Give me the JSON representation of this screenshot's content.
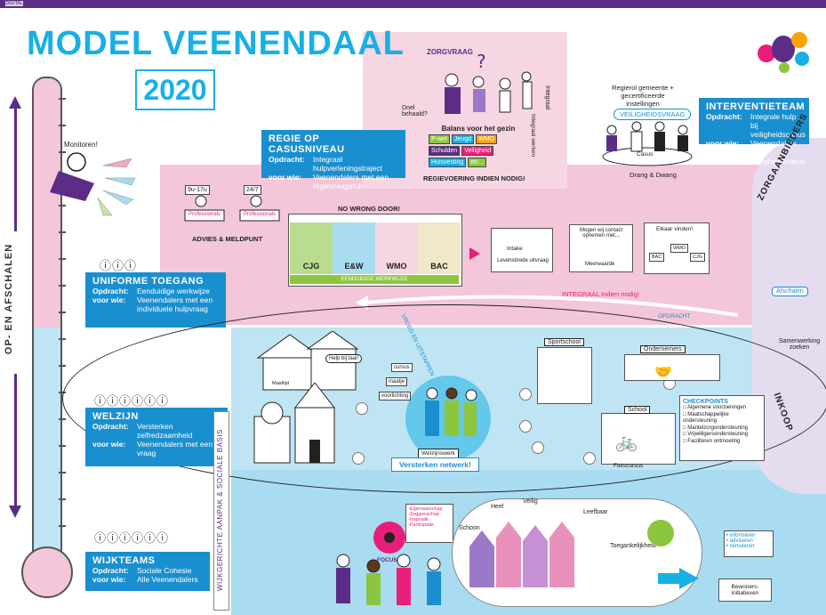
{
  "header": {
    "badge": "DIGITAL"
  },
  "title": {
    "main": "MODEL VEENENDAAL",
    "year": "2020"
  },
  "thermometer": {
    "side_label": "OP- EN AFSCHALEN"
  },
  "monitor": {
    "label": "Monitoren!"
  },
  "zorgvraag": {
    "label": "ZORGVRAAG",
    "doel": "Doel behaald?",
    "balance_title": "Balans voor het gezin",
    "items": [
      "P-wet",
      "Jeugd",
      "WMO",
      "Schulden",
      "Veiligheid",
      "Huisvesting",
      "etc..."
    ],
    "regie": "REGIEVOERING INDIEN NODIG!",
    "vert1": "Integraal",
    "vert2": "Integraal werken"
  },
  "veiligheid": {
    "label": "VEILIGHEIDSVRAAG",
    "regie_text": "Regierol gemeente + gecertificeerde instellingen",
    "casus": "Casus",
    "drang": "Drang & Dwang"
  },
  "interventieteam": {
    "title": "INTERVENTIETEAM",
    "opdracht_k": "Opdracht:",
    "opdracht_v": "Integrale hulp bij veiligheidscasus",
    "voorwie_k": "voor wie:",
    "voorwie_v": "Veenendalers met veiligheidscasus"
  },
  "regie_casus": {
    "title": "REGIE OP CASUSNIVEAU",
    "opdracht_k": "Opdracht:",
    "opdracht_v": "Integraal hulpverleningstraject",
    "voorwie_k": "voor wie:",
    "voorwie_v": "Veenendalers met een regievraagstuk"
  },
  "advies": {
    "label": "ADVIES & MELDPUNT",
    "sign1": "9u-17u",
    "sign2": "24/7",
    "prof1": "Professionals",
    "prof2": "Professionals"
  },
  "no_wrong_door": {
    "banner": "NO WRONG DOOR!",
    "cats": [
      "CJG",
      "E&W",
      "WMO",
      "BAC"
    ],
    "footer": "EENDUIDIGE WERKWIJZE"
  },
  "intake": {
    "label": "Intake",
    "sub": "Levensbrede uitvraag",
    "mogen": "Mogen wij contact opnemen met...",
    "meerwaarde": "Meerwaarde",
    "elkaar": "Elkaar vinden!",
    "bac": "BAC",
    "wmo": "WMO",
    "cjg": "CJG",
    "integraal": "INTEGRAAL indien nodig!"
  },
  "uniforme": {
    "title": "UNIFORME TOEGANG",
    "opdracht_k": "Opdracht:",
    "opdracht_v": "Eenduidige werkwijze",
    "voorwie_k": "voor wie:",
    "voorwie_v": "Veenendalers met een individuele hulpvraag"
  },
  "right_zone": {
    "zorgaanbieders": "ZORGAANBIEDERS",
    "inkoop": "INKOOP",
    "afschalen": "Afschalen",
    "opdracht": "OPDRACHT",
    "samenwerking": "Samenwerking zoeken"
  },
  "welzijn": {
    "title": "WELZIJN",
    "opdracht_k": "Opdracht:",
    "opdracht_v": "Versterken zelfredzaamheid",
    "voorwie_k": "voor wie:",
    "voorwie_v": "Veenendalers met een vraag"
  },
  "network": {
    "vert": "VROEG EN UITSTAPPEN",
    "sportschool": "Sportschool",
    "ondernemers": "Ondernemers",
    "school": "School",
    "fietscursus": "Fietscursus",
    "maaltijd": "Maaltijd",
    "help": "Help bij taal!",
    "cursus": "cursus",
    "maatje": "maatje",
    "voorlichting": "voorlichting",
    "welzijnswerk": "Welzijnswerk",
    "versterken": "Versterken netwerk!",
    "checkpoints_title": "CHECKPOINTS",
    "checkpoints": [
      "Algemene voorzieningen",
      "Maatschappelijke ondersteuning",
      "Mantelzorgondersteuning",
      "Vrijwilligersondersteuning",
      "Faciliteren ontmoeting"
    ]
  },
  "wijkgericht": {
    "label": "WIJKGERICHTE AANPAK & SOCIALE BASIS"
  },
  "wijkteams": {
    "title": "WIJKTEAMS",
    "opdracht_k": "Opdracht:",
    "opdracht_v": "Sociale Cohesie",
    "voorwie_k": "voor wie:",
    "voorwie_v": "Alle Veenendalers"
  },
  "wijk": {
    "focus": "FOCUS",
    "list": [
      "-Eigenaarschap",
      "-Zeggenschap",
      "-Inspraak",
      "-Participatie"
    ],
    "schoon": "Schoon",
    "heel": "Heel",
    "veilig": "Veilig",
    "leefbaar": "Leefbaar",
    "toegankelijkheid": "Toegankelijkheid",
    "info": [
      "• informeren",
      "• adviseren",
      "• stimuleren"
    ],
    "bewoners": "Bewoners-initiatieven"
  },
  "colors": {
    "purple": "#5b2d86",
    "blue": "#1a8fd0",
    "pink": "#f3c6da",
    "lightblue": "#bfe4f4",
    "title": "#18b0e4"
  }
}
